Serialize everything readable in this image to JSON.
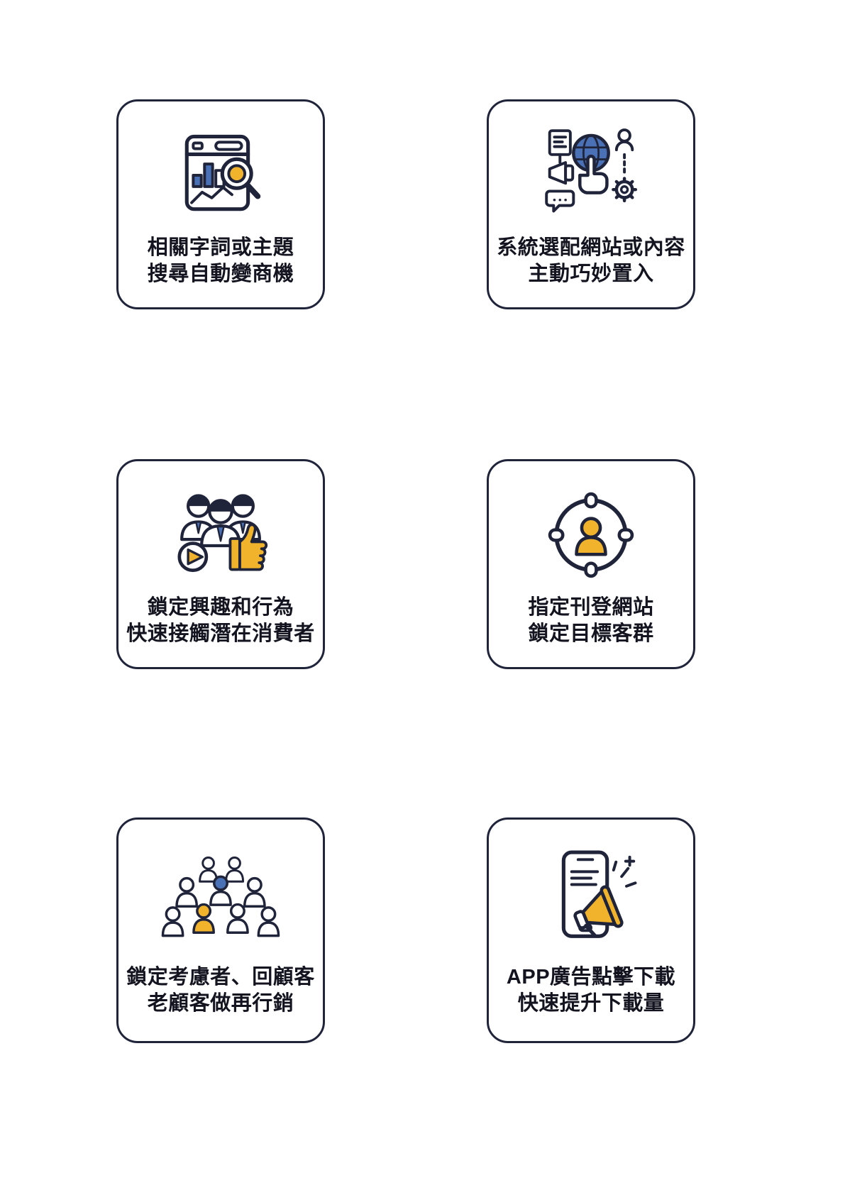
{
  "colors": {
    "outline": "#20243A",
    "accent_yellow": "#F1B32B",
    "accent_blue": "#4A71B5",
    "text": "#141420",
    "background": "#FFFFFF"
  },
  "cards": [
    {
      "name": "keyword-search",
      "icon": "chart-magnifier-icon",
      "line1": "相關字詞或主題",
      "line2": "搜尋自動變商機"
    },
    {
      "name": "system-placement",
      "icon": "megaphone-globe-user-icon",
      "line1": "系統選配網站或內容",
      "line2": "主動巧妙置入"
    },
    {
      "name": "interest-behavior",
      "icon": "audience-engagement-icon",
      "line1": "鎖定興趣和行為",
      "line2": "快速接觸潛在消費者"
    },
    {
      "name": "site-targeting",
      "icon": "target-user-icon",
      "line1": "指定刊登網站",
      "line2": "鎖定目標客群"
    },
    {
      "name": "remarketing",
      "icon": "crowd-icon",
      "line1": "鎖定考慮者、回顧客",
      "line2": "老顧客做再行銷"
    },
    {
      "name": "app-install-ads",
      "icon": "phone-megaphone-icon",
      "line1": "APP廣告點擊下載",
      "line2": "快速提升下載量"
    }
  ]
}
